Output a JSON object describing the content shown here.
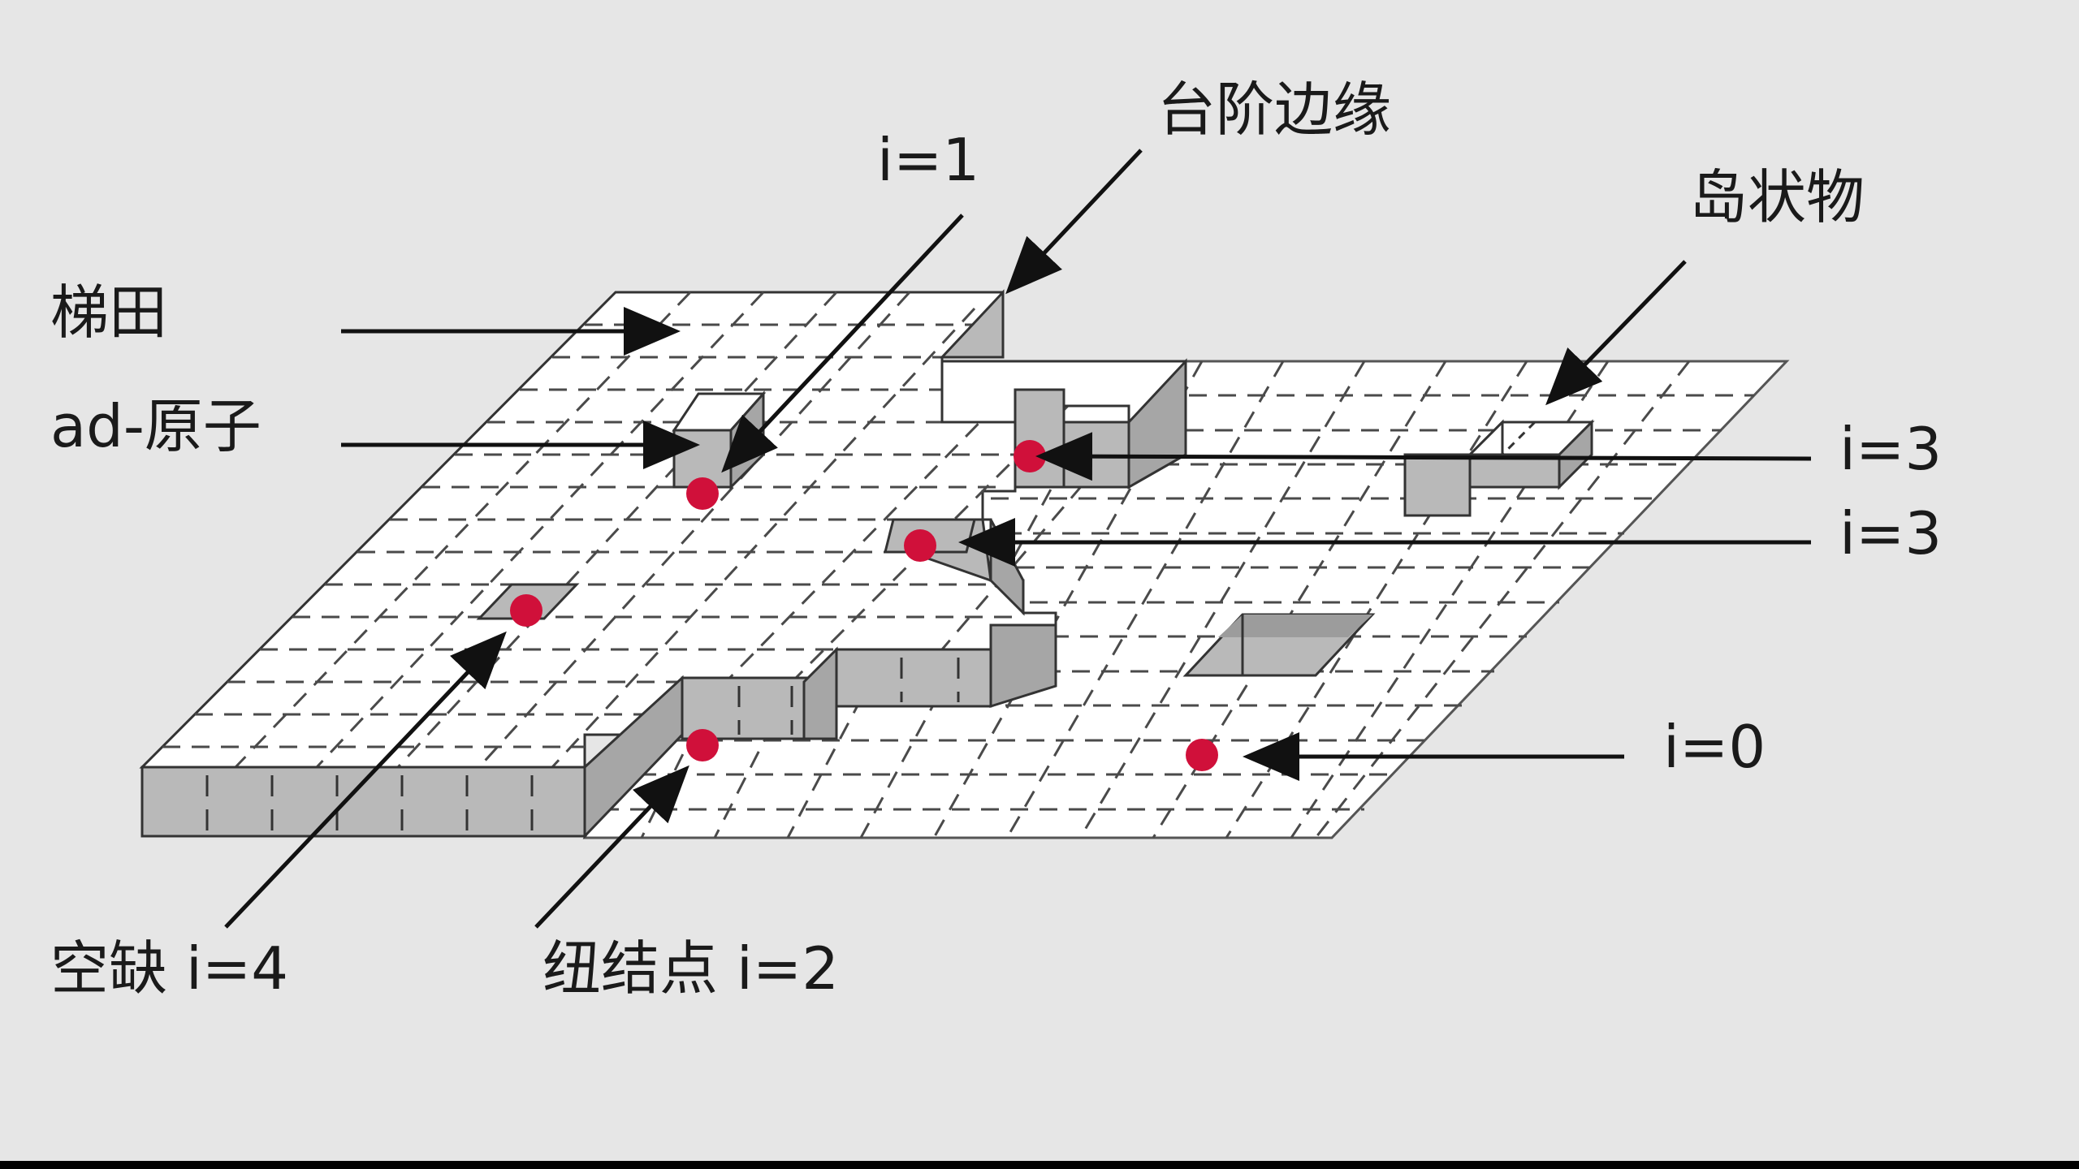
{
  "diagram": {
    "labels": {
      "step_edge": "台阶边缘",
      "i1": "i=1",
      "island": "岛状物",
      "terrace": "梯田",
      "adatom": "ad-原子",
      "i3_top": "i=3",
      "i3_bottom": "i=3",
      "i0": "i=0",
      "vacancy": "空缺 i=4",
      "kink": "纽结点 i=2"
    },
    "colors": {
      "background": "#e6e6e6",
      "surface": "#ffffff",
      "side_face": "#b9b9b9",
      "grid_line": "#4a4a4a",
      "outline": "#333333",
      "atom": "#d0103a",
      "arrow": "#111111"
    }
  }
}
